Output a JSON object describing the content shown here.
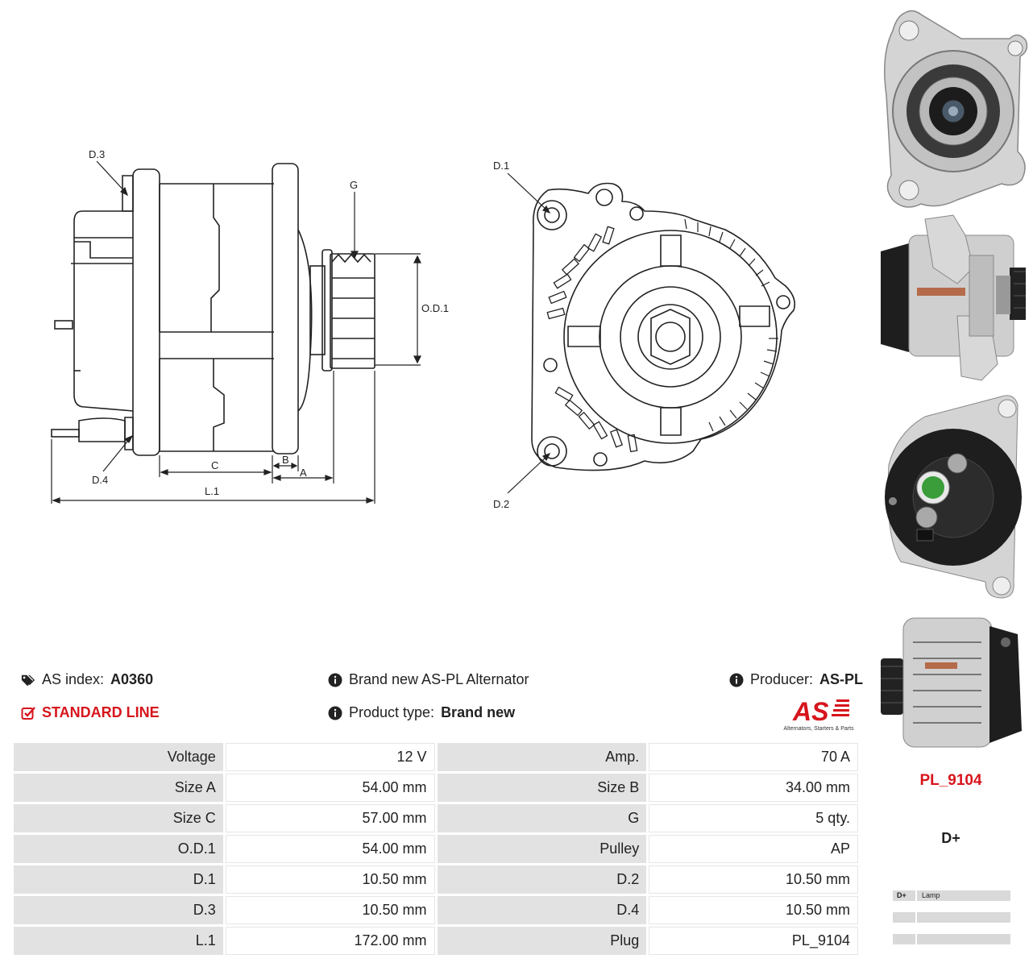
{
  "drawing": {
    "labels": {
      "d3": "D.3",
      "d4": "D.4",
      "g": "G",
      "od1": "O.D.1",
      "c": "C",
      "b": "B",
      "a": "A",
      "l1": "L.1",
      "d1": "D.1",
      "d2": "D.2"
    }
  },
  "photos": [
    "front-view",
    "side-view",
    "rear-view",
    "angled-view"
  ],
  "info": {
    "as_index_label": "AS index:",
    "as_index_value": "A0360",
    "line": "STANDARD LINE",
    "description": "Brand new AS-PL Alternator",
    "product_type_label": "Product type:",
    "product_type_value": "Brand new",
    "producer_label": "Producer:",
    "producer_value": "AS-PL"
  },
  "logo": {
    "text": "AS",
    "tagline": "Alternators, Starters & Parts"
  },
  "specs": [
    [
      "Voltage",
      "12 V",
      "Amp.",
      "70 A"
    ],
    [
      "Size A",
      "54.00 mm",
      "Size B",
      "34.00 mm"
    ],
    [
      "Size C",
      "57.00 mm",
      "G",
      "5 qty."
    ],
    [
      "O.D.1",
      "54.00 mm",
      "Pulley",
      "AP"
    ],
    [
      "D.1",
      "10.50 mm",
      "D.2",
      "10.50 mm"
    ],
    [
      "D.3",
      "10.50 mm",
      "D.4",
      "10.50 mm"
    ],
    [
      "L.1",
      "172.00 mm",
      "Plug",
      "PL_9104"
    ]
  ],
  "plug": {
    "code": "PL_9104",
    "terminal": "D+"
  },
  "terminals": [
    {
      "pin": "D+",
      "desc": "Lamp"
    },
    {
      "pin": "",
      "desc": ""
    },
    {
      "pin": "",
      "desc": ""
    }
  ],
  "colors": {
    "accent_red": "#d7141c",
    "key_cell": "#e2e2e2",
    "aluminium": "#c9c9c9",
    "black_plastic": "#1e1e1e"
  }
}
